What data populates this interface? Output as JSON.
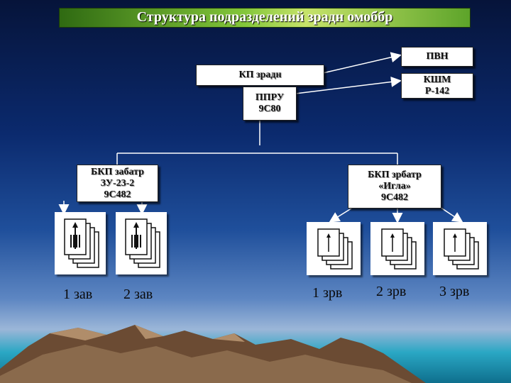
{
  "title": "Структура подразделений зрадн омоббр",
  "nodes": {
    "pvn": "ПВН",
    "kp": "КП зрадн",
    "kshm": [
      "КШМ",
      "Р-142"
    ],
    "ppru": [
      "ППРУ",
      "9С80"
    ],
    "bkp_zabatr": [
      "БКП забатр",
      "ЗУ-23-2",
      "9С482"
    ],
    "bkp_zrbatr": [
      "БКП зрбатр",
      "«Игла»",
      "9С482"
    ]
  },
  "units": [
    {
      "label": "1 зав",
      "icon": "zu-23-2-icon"
    },
    {
      "label": "2 зав",
      "icon": "zu-23-2-icon"
    },
    {
      "label": "1 зрв",
      "icon": "igla-icon"
    },
    {
      "label": "2 зрв",
      "icon": "igla-icon"
    },
    {
      "label": "3 зрв",
      "icon": "igla-icon"
    }
  ],
  "colors": {
    "title_bg": "#7dc23a",
    "box_bg": "#ffffff",
    "line": "#ffffff"
  }
}
